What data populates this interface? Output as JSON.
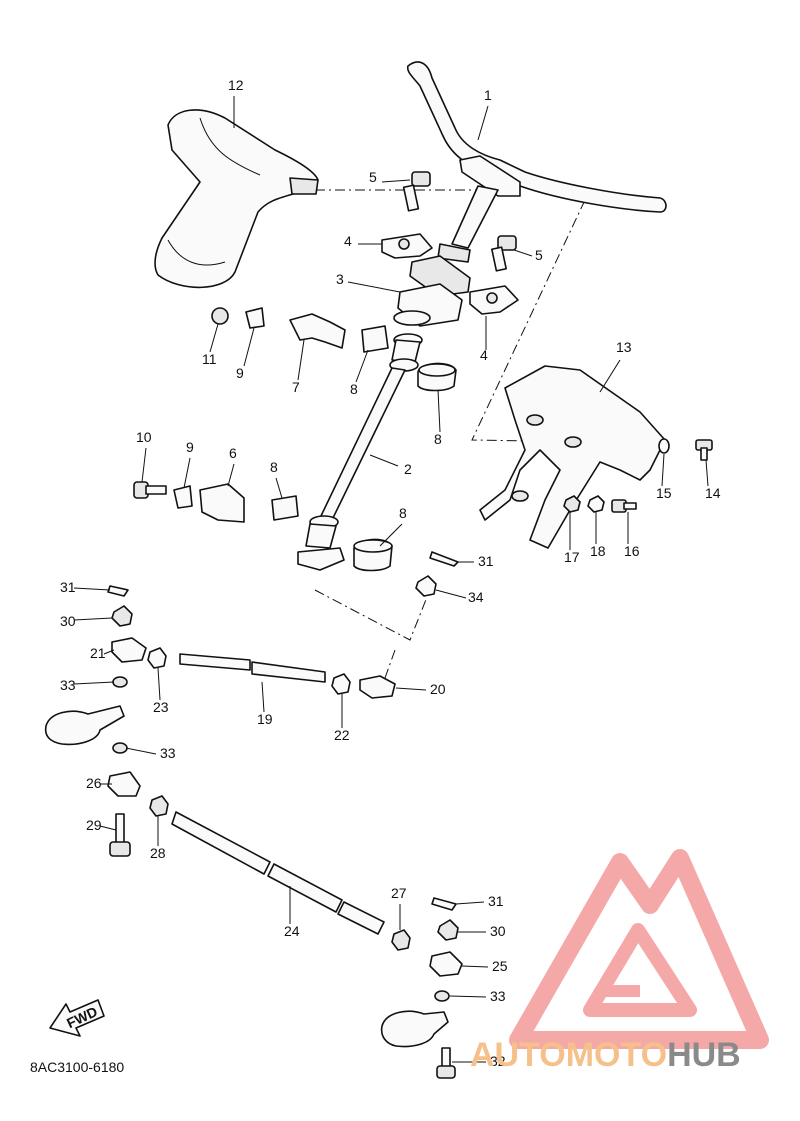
{
  "diagram": {
    "part_labels": [
      "1",
      "2",
      "3",
      "4",
      "4",
      "5",
      "5",
      "6",
      "7",
      "8",
      "8",
      "8",
      "8",
      "9",
      "9",
      "10",
      "11",
      "12",
      "13",
      "14",
      "15",
      "16",
      "17",
      "18",
      "19",
      "20",
      "21",
      "22",
      "23",
      "24",
      "25",
      "26",
      "27",
      "28",
      "29",
      "30",
      "30",
      "31",
      "31",
      "31",
      "32",
      "33",
      "33",
      "33",
      "34"
    ],
    "fwd_label": "FWD",
    "catalog_code": "8AC3100-6180",
    "watermark": {
      "text_colored": "AUTOMOTO",
      "text_dark": "HUB",
      "colors": {
        "logo_red": "#f28b8b",
        "text_orange": "#f5c08a",
        "text_dark": "#8a8a8a"
      }
    }
  }
}
